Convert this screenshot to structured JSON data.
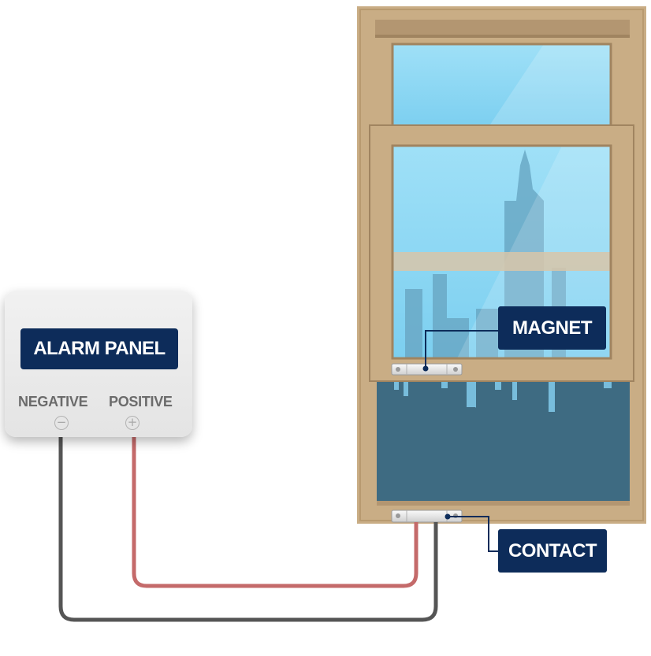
{
  "alarm_panel": {
    "title": "ALARM PANEL",
    "negative_label": "NEGATIVE",
    "positive_label": "POSITIVE",
    "negative_symbol": "−",
    "positive_symbol": "+"
  },
  "callouts": {
    "magnet": "MAGNET",
    "contact": "CONTACT"
  },
  "colors": {
    "callout_bg": "#0d2c5a",
    "positive_wire": "#c46a6a",
    "negative_wire": "#555555",
    "window_frame": "#c9ad85",
    "sky": "#8ed8f4",
    "lower_glass": "#3e6b82"
  }
}
